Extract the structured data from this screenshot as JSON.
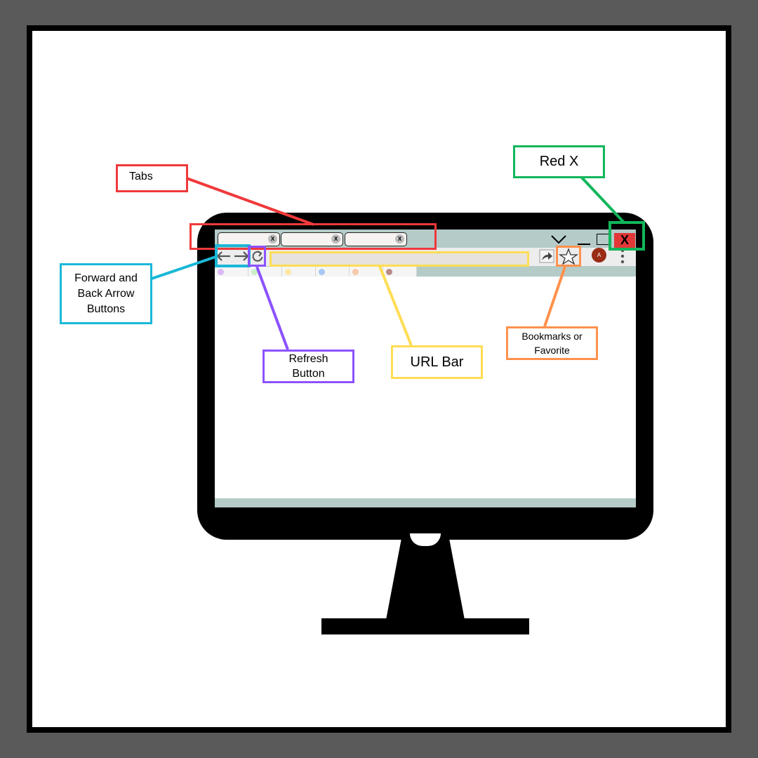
{
  "browser": {
    "tabs": [
      {
        "close_label": "X"
      },
      {
        "close_label": "X"
      },
      {
        "close_label": "X"
      }
    ],
    "window_close_label": "X",
    "profile_initial": "A",
    "bookmark_colors": [
      "#d9b8f5",
      "#c8f0c8",
      "#fbe9a4",
      "#a9c7f3",
      "#f8c9a8",
      "#b98a8a"
    ]
  },
  "callouts": {
    "tabs": "Tabs",
    "red_x": "Red X",
    "nav_arrows_line1": "Forward and",
    "nav_arrows_line2": "Back Arrow",
    "nav_arrows_line3": "Buttons",
    "refresh_line1": "Refresh",
    "refresh_line2": "Button",
    "url_bar": "URL Bar",
    "bookmarks_line1": "Bookmarks or",
    "bookmarks_line2": "Favorite"
  },
  "colors": {
    "tabs": "#f0393b",
    "red_x": "#12b65a",
    "nav_arrows": "#1ab8d8",
    "refresh": "#8c52ff",
    "url_bar": "#ffdd55",
    "bookmarks": "#ff914d"
  }
}
